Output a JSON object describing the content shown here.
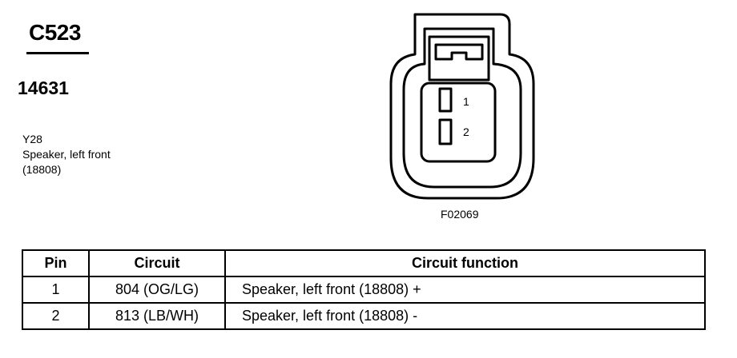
{
  "connector": {
    "id": "C523",
    "part_number": "14631",
    "component_code": "Y28",
    "component_name": "Speaker, left front",
    "component_part": "(18808)",
    "figure_code": "F02069",
    "pin_labels": [
      "1",
      "2"
    ]
  },
  "table": {
    "headers": {
      "pin": "Pin",
      "circuit": "Circuit",
      "function": "Circuit function"
    },
    "rows": [
      {
        "pin": "1",
        "circuit": "804 (OG/LG)",
        "function": "Speaker, left front (18808)  +"
      },
      {
        "pin": "2",
        "circuit": "813 (LB/WH)",
        "function": "Speaker, left front (18808) -"
      }
    ]
  }
}
